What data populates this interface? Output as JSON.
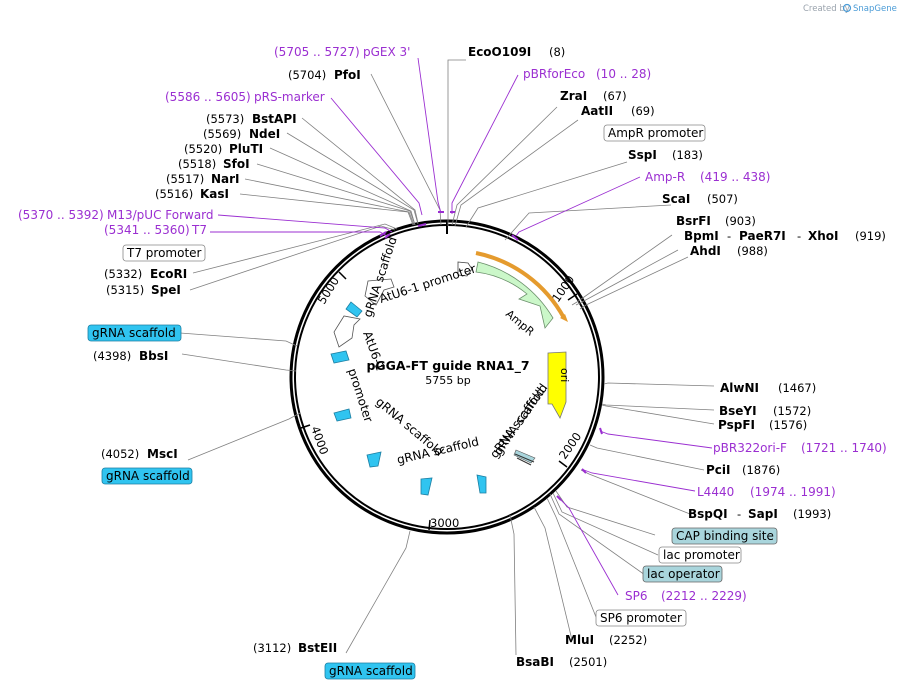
{
  "credit": {
    "prefix": "Created by",
    "brand": "SnapGene"
  },
  "plasmid": {
    "name": "pGGA-FT guide RNA1_7",
    "size": "5755 bp"
  },
  "ticks": [
    "1000",
    "2000",
    "3000",
    "4000",
    "5000"
  ],
  "enzymes": [
    {
      "name": "EcoO109I",
      "pos": "(8)"
    },
    {
      "name": "ZraI",
      "pos": "(67)"
    },
    {
      "name": "AatII",
      "pos": "(69)"
    },
    {
      "name": "SspI",
      "pos": "(183)"
    },
    {
      "name": "ScaI",
      "pos": "(507)"
    },
    {
      "name": "BsrFI",
      "pos": "(903)"
    },
    {
      "name": "BpmI",
      "name2": "PaeR7I",
      "name3": "XhoI",
      "pos": "(919)"
    },
    {
      "name": "AhdI",
      "pos": "(988)"
    },
    {
      "name": "AlwNI",
      "pos": "(1467)"
    },
    {
      "name": "BseYI",
      "pos": "(1572)"
    },
    {
      "name": "PspFI",
      "pos": "(1576)"
    },
    {
      "name": "PciI",
      "pos": "(1876)"
    },
    {
      "name": "BspQI",
      "name2": "SapI",
      "pos": "(1993)"
    },
    {
      "name": "MluI",
      "pos": "(2252)"
    },
    {
      "name": "BsaBI",
      "pos": "(2501)"
    },
    {
      "name": "BstEII",
      "pos": "(3112)"
    },
    {
      "name": "MscI",
      "pos": "(4052)"
    },
    {
      "name": "BbsI",
      "pos": "(4398)"
    },
    {
      "name": "SpeI",
      "pos": "(5315)"
    },
    {
      "name": "EcoRI",
      "pos": "(5332)"
    },
    {
      "name": "KasI",
      "pos": "(5516)"
    },
    {
      "name": "NarI",
      "pos": "(5517)"
    },
    {
      "name": "SfoI",
      "pos": "(5518)"
    },
    {
      "name": "PluTI",
      "pos": "(5520)"
    },
    {
      "name": "NdeI",
      "pos": "(5569)"
    },
    {
      "name": "BstAPI",
      "pos": "(5573)"
    },
    {
      "name": "PfoI",
      "pos": "(5704)"
    }
  ],
  "primers": [
    {
      "name": "pGEX 3'",
      "range": "(5705 .. 5727)"
    },
    {
      "name": "pBRforEco",
      "range": "(10 .. 28)"
    },
    {
      "name": "pRS-marker",
      "range": "(5586 .. 5605)"
    },
    {
      "name": "Amp-R",
      "range": "(419 .. 438)"
    },
    {
      "name": "M13/pUC Forward",
      "range": "(5370 .. 5392)"
    },
    {
      "name": "T7",
      "range": "(5341 .. 5360)"
    },
    {
      "name": "pBR322ori-F",
      "range": "(1721 .. 1740)"
    },
    {
      "name": "L4440",
      "range": "(1974 .. 1991)"
    },
    {
      "name": "SP6",
      "range": "(2212 .. 2229)"
    }
  ],
  "feature_labels": {
    "ampr_promoter": "AmpR promoter",
    "t7_promoter": "T7 promoter",
    "cap_binding_site": "CAP binding site",
    "lac_promoter": "lac promoter",
    "lac_operator": "lac operator",
    "sp6_promoter": "SP6 promoter",
    "grna_scaffold_1": "gRNA scaffold",
    "grna_scaffold_2": "gRNA scaffold",
    "grna_scaffold_3": "gRNA scaffold"
  },
  "inner_labels": {
    "atu6_promoter_1": "AtU6-1 promoter",
    "atu6_promoter_2a": "AtU6-1",
    "atu6_promoter_2b": "promoter",
    "grna_a": "gRNA scaffold",
    "grna_b": "gRNA scaffold",
    "grna_c": "gRNA scaffold",
    "grna_d": "gRNA scaffold",
    "grna_e": "gRNA scaffold",
    "ampr": "AmpR",
    "ori": "ori"
  },
  "colors": {
    "primer": "#9b2fd1",
    "ampr_fill": "#cbf7c9",
    "ori_fill": "#ffff00",
    "grna_fill": "#30c4f0",
    "cap_fill": "#a9d5dc",
    "amp_primer_bar": "#e59b2e"
  }
}
